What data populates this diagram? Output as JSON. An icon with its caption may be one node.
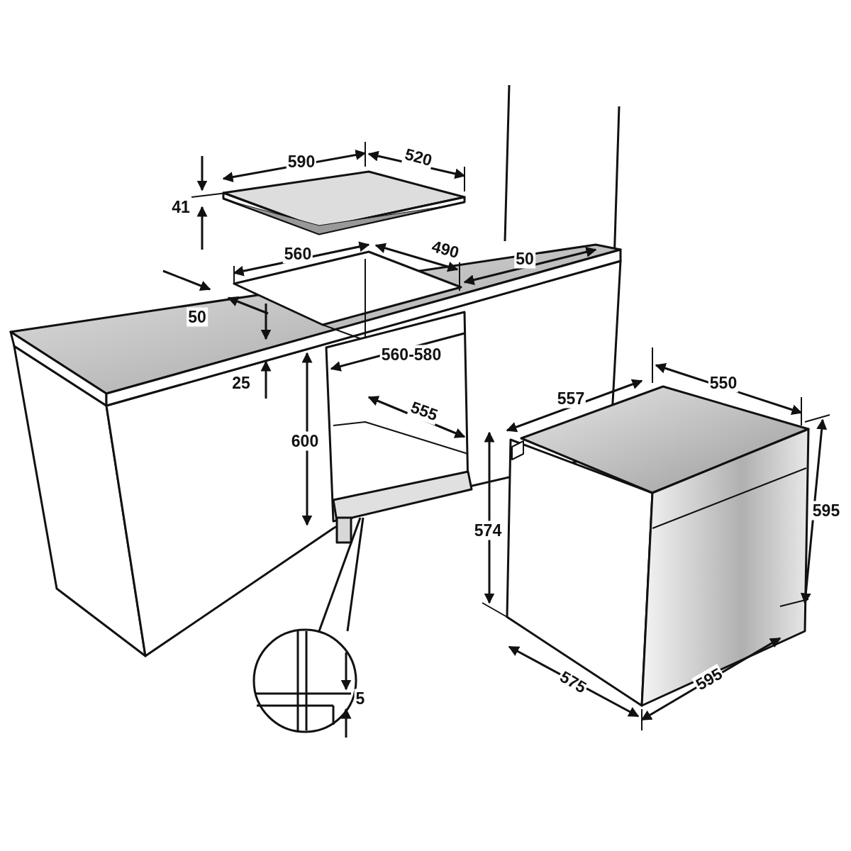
{
  "diagram": {
    "labels": [
      "590",
      "520",
      "41",
      "560",
      "490",
      "50",
      "50",
      "25",
      "560-580",
      "557",
      "550",
      "555",
      "600",
      "574",
      "595",
      "575",
      "595",
      "5"
    ]
  }
}
